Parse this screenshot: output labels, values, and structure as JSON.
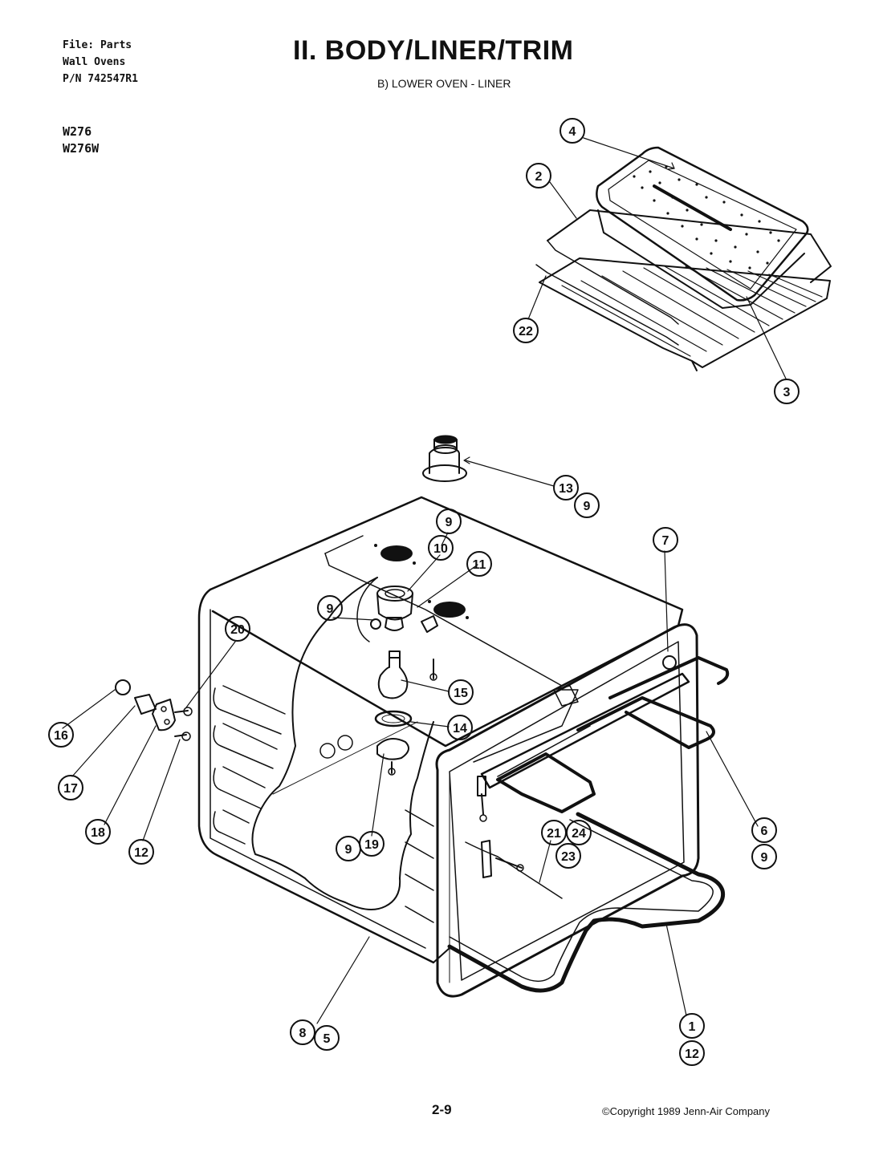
{
  "header": {
    "file_lines": [
      "File: Parts",
      "Wall Ovens",
      "P/N 742547R1"
    ],
    "models": [
      "W276",
      "W276W"
    ],
    "title": "II. BODY/LINER/TRIM",
    "subtitle": "B) LOWER OVEN - LINER"
  },
  "callouts": [
    {
      "id": "c4",
      "label": "4"
    },
    {
      "id": "c2",
      "label": "2"
    },
    {
      "id": "c22",
      "label": "22"
    },
    {
      "id": "c3",
      "label": "3"
    },
    {
      "id": "c13",
      "label": "13"
    },
    {
      "id": "c9a",
      "label": "9"
    },
    {
      "id": "c9b",
      "label": "9"
    },
    {
      "id": "c10",
      "label": "10"
    },
    {
      "id": "c11",
      "label": "11"
    },
    {
      "id": "c9c",
      "label": "9"
    },
    {
      "id": "c7",
      "label": "7"
    },
    {
      "id": "c20",
      "label": "20"
    },
    {
      "id": "c15",
      "label": "15"
    },
    {
      "id": "c14",
      "label": "14"
    },
    {
      "id": "c16",
      "label": "16"
    },
    {
      "id": "c17",
      "label": "17"
    },
    {
      "id": "c18",
      "label": "18"
    },
    {
      "id": "c12a",
      "label": "12"
    },
    {
      "id": "c9d",
      "label": "9"
    },
    {
      "id": "c19",
      "label": "19"
    },
    {
      "id": "c21",
      "label": "21"
    },
    {
      "id": "c24",
      "label": "24"
    },
    {
      "id": "c23",
      "label": "23"
    },
    {
      "id": "c6",
      "label": "6"
    },
    {
      "id": "c9e",
      "label": "9"
    },
    {
      "id": "c8",
      "label": "8"
    },
    {
      "id": "c5",
      "label": "5"
    },
    {
      "id": "c1",
      "label": "1"
    },
    {
      "id": "c12b",
      "label": "12"
    }
  ],
  "footer": {
    "page_number": "2-9",
    "copyright": "©Copyright 1989 Jenn-Air Company"
  }
}
